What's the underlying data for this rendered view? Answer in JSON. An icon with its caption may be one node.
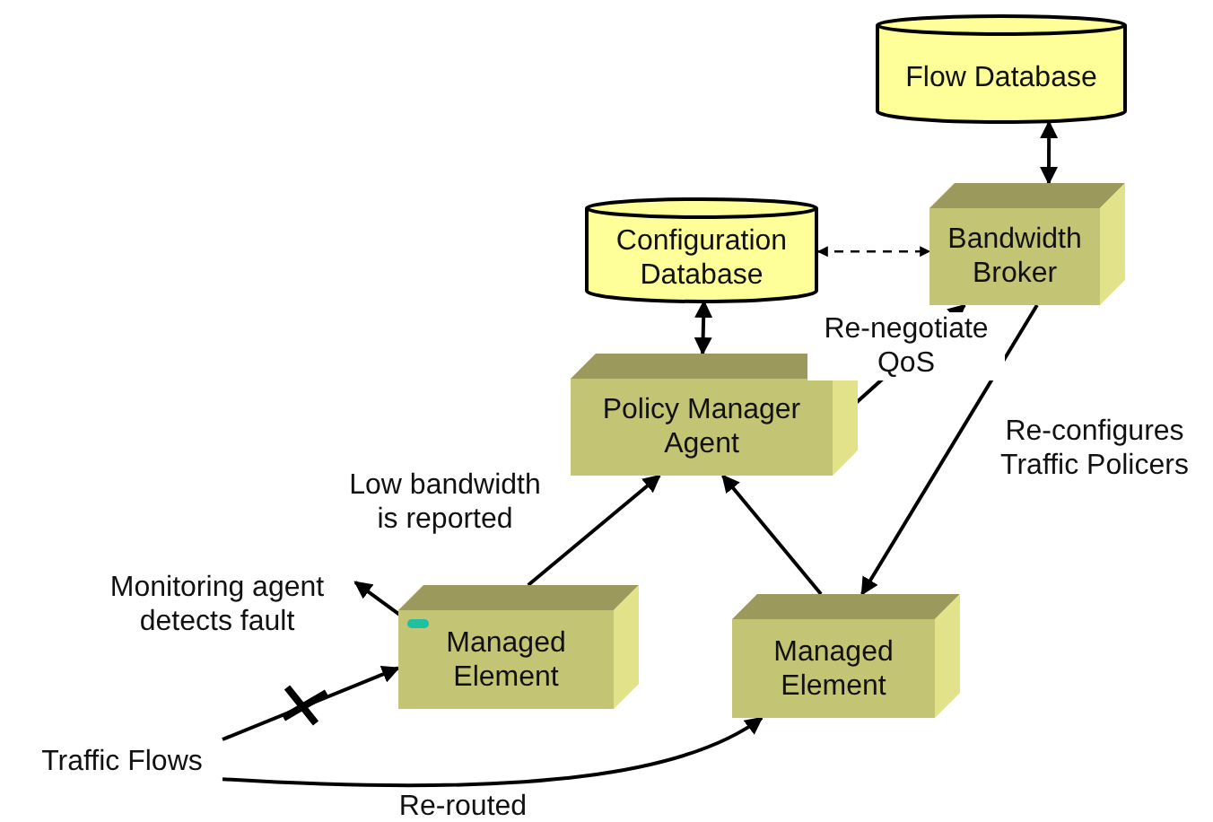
{
  "diagram": {
    "nodes": [
      {
        "text": [
          "Flow Database"
        ]
      },
      {
        "text": [
          "Configuration Database"
        ]
      },
      {
        "text": [
          "Bandwidth Broker"
        ]
      },
      {
        "text": [
          "Policy Manager Agent"
        ]
      },
      {
        "text": [
          "Managed Element"
        ]
      },
      {
        "text": [
          "Managed Element"
        ]
      },
      {
        "text": [
          "Monitoring agent detects fault"
        ]
      },
      {
        "text": [
          "Traffic Flows"
        ]
      }
    ],
    "edges": [
      {
        "from": 0,
        "to": 2,
        "arrow": "both"
      },
      {
        "from": 1,
        "to": 2,
        "arrow": "both",
        "style": "dashed"
      },
      {
        "from": 1,
        "to": 3,
        "arrow": "both"
      },
      {
        "from": 3,
        "to": 2,
        "arrow": "to",
        "label": "Re-negotiate QoS"
      },
      {
        "from": 2,
        "to": 5,
        "arrow": "to",
        "label": "Re-configures Traffic Policers"
      },
      {
        "from": 4,
        "to": 3,
        "arrow": "to",
        "label": "Low bandwidth is reported"
      },
      {
        "from": 5,
        "to": 3,
        "arrow": "to"
      },
      {
        "from": 4,
        "to": 6,
        "arrow": "to"
      },
      {
        "from": 7,
        "to": 4,
        "arrow": "to"
      },
      {
        "from": 7,
        "to": 5,
        "arrow": "to",
        "label": "Re-routed"
      }
    ]
  }
}
